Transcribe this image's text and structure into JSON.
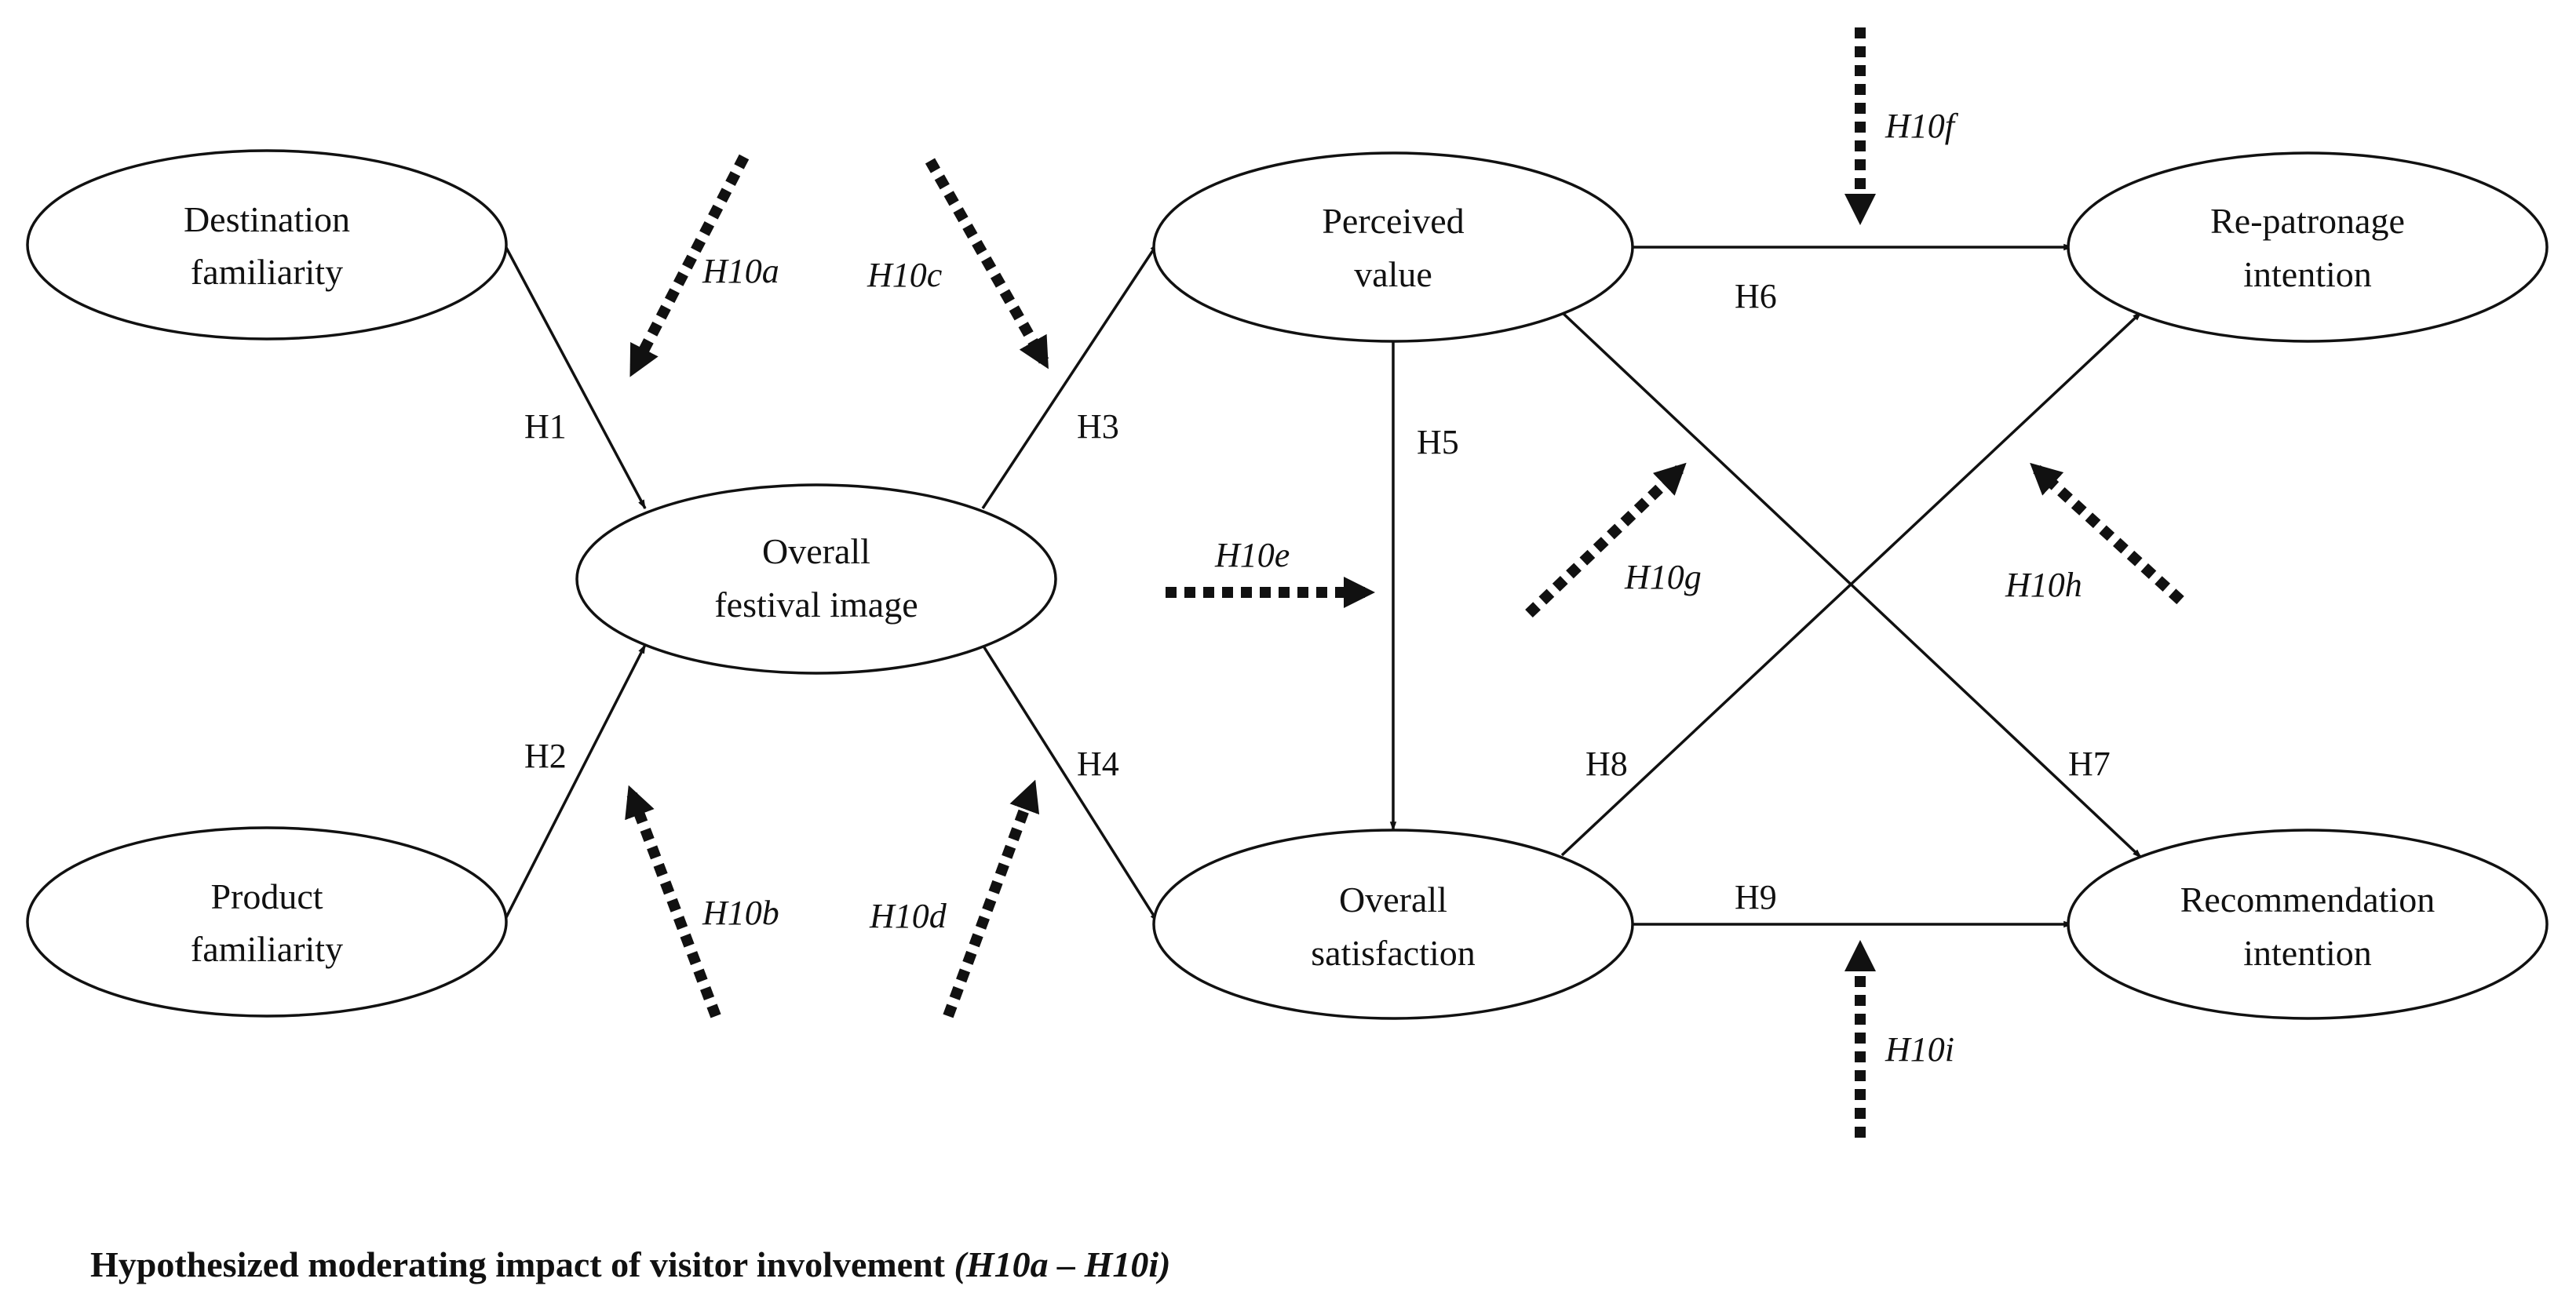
{
  "nodes": {
    "destination_familiarity": [
      "Destination",
      "familiarity"
    ],
    "product_familiarity": [
      "Product",
      "familiarity"
    ],
    "overall_festival_image": [
      "Overall",
      "festival image"
    ],
    "perceived_value": [
      "Perceived",
      "value"
    ],
    "overall_satisfaction": [
      "Overall",
      "satisfaction"
    ],
    "repatronage_intention": [
      "Re-patronage",
      "intention"
    ],
    "recommendation_intention": [
      "Recommendation",
      "intention"
    ]
  },
  "hypotheses": {
    "h1": "H1",
    "h2": "H2",
    "h3": "H3",
    "h4": "H4",
    "h5": "H5",
    "h6": "H6",
    "h7": "H7",
    "h8": "H8",
    "h9": "H9"
  },
  "moderators": {
    "h10a": "H10a",
    "h10b": "H10b",
    "h10c": "H10c",
    "h10d": "H10d",
    "h10e": "H10e",
    "h10f": "H10f",
    "h10g": "H10g",
    "h10h": "H10h",
    "h10i": "H10i"
  },
  "caption": {
    "main": "Hypothesized moderating impact of visitor involvement ",
    "italic": "(H10a – H10i)"
  },
  "colors": {
    "ink": "#111111",
    "background": "#ffffff"
  }
}
